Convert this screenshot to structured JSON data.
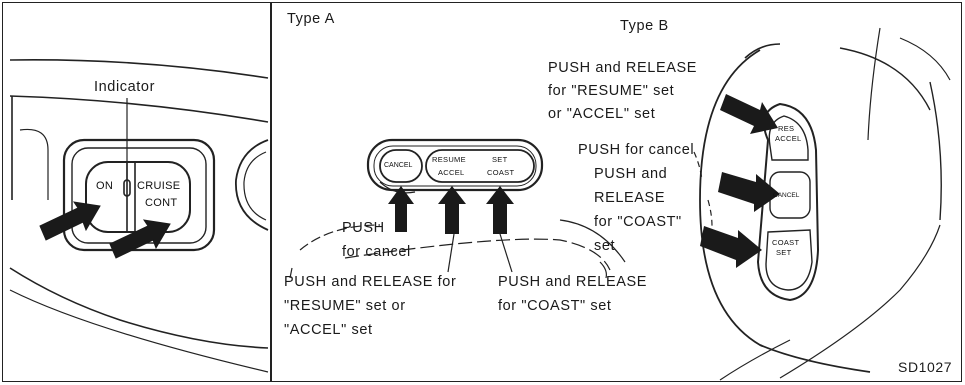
{
  "left_panel": {
    "indicator_label": "Indicator",
    "switch_on": "ON",
    "switch_cruise": "CRUISE",
    "switch_cont": "CONT"
  },
  "type_a": {
    "title": "Type A",
    "buttons": {
      "cancel": "CANCEL",
      "resume": "RESUME",
      "accel": "ACCEL",
      "set": "SET",
      "coast": "COAST"
    },
    "push_cancel_line1": "PUSH",
    "push_cancel_line2": "for cancel",
    "resume_accel_line1": "PUSH and RELEASE for",
    "resume_accel_line2": "\"RESUME\" set or",
    "resume_accel_line3": "\"ACCEL\" set",
    "coast_line1": "PUSH and RELEASE",
    "coast_line2": "for \"COAST\" set"
  },
  "type_b": {
    "title": "Type B",
    "resume_line1": "PUSH and RELEASE",
    "resume_line2": "for \"RESUME\" set",
    "resume_line3": "or \"ACCEL\" set",
    "cancel_line": "PUSH for cancel",
    "coast_line1": "PUSH and",
    "coast_line2": "RELEASE",
    "coast_line3": "for \"COAST\"",
    "coast_line4": "set",
    "buttons": {
      "res": "RES",
      "accel": "ACCEL",
      "cancel": "CANCEL",
      "coast": "COAST",
      "set": "SET"
    }
  },
  "figure_code": "SD1027"
}
